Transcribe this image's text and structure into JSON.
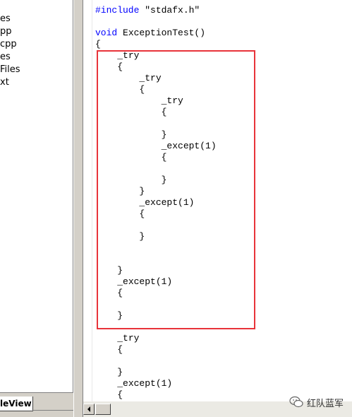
{
  "file_tree": {
    "items": [
      "es",
      "pp",
      "cpp",
      "es",
      "Files",
      "xt"
    ]
  },
  "tabs": {
    "active": "leView"
  },
  "editor": {
    "lines": [
      {
        "indent": "",
        "keyword": "#include",
        "text": " \"stdafx.h\""
      },
      {
        "indent": "",
        "keyword": "",
        "text": ""
      },
      {
        "indent": "",
        "keyword": "void",
        "text": " ExceptionTest()"
      },
      {
        "indent": "",
        "keyword": "",
        "text": "{"
      },
      {
        "indent": "    ",
        "keyword": "",
        "text": "_try"
      },
      {
        "indent": "    ",
        "keyword": "",
        "text": "{"
      },
      {
        "indent": "        ",
        "keyword": "",
        "text": "_try"
      },
      {
        "indent": "        ",
        "keyword": "",
        "text": "{"
      },
      {
        "indent": "            ",
        "keyword": "",
        "text": "_try"
      },
      {
        "indent": "            ",
        "keyword": "",
        "text": "{"
      },
      {
        "indent": "",
        "keyword": "",
        "text": ""
      },
      {
        "indent": "            ",
        "keyword": "",
        "text": "}"
      },
      {
        "indent": "            ",
        "keyword": "",
        "text": "_except(1)"
      },
      {
        "indent": "            ",
        "keyword": "",
        "text": "{"
      },
      {
        "indent": "",
        "keyword": "",
        "text": ""
      },
      {
        "indent": "            ",
        "keyword": "",
        "text": "}"
      },
      {
        "indent": "        ",
        "keyword": "",
        "text": "}"
      },
      {
        "indent": "        ",
        "keyword": "",
        "text": "_except(1)"
      },
      {
        "indent": "        ",
        "keyword": "",
        "text": "{"
      },
      {
        "indent": "",
        "keyword": "",
        "text": ""
      },
      {
        "indent": "        ",
        "keyword": "",
        "text": "}"
      },
      {
        "indent": "",
        "keyword": "",
        "text": ""
      },
      {
        "indent": "",
        "keyword": "",
        "text": ""
      },
      {
        "indent": "    ",
        "keyword": "",
        "text": "}"
      },
      {
        "indent": "    ",
        "keyword": "",
        "text": "_except(1)"
      },
      {
        "indent": "    ",
        "keyword": "",
        "text": "{"
      },
      {
        "indent": "",
        "keyword": "",
        "text": ""
      },
      {
        "indent": "    ",
        "keyword": "",
        "text": "}"
      },
      {
        "indent": "",
        "keyword": "",
        "text": ""
      },
      {
        "indent": "    ",
        "keyword": "",
        "text": "_try"
      },
      {
        "indent": "    ",
        "keyword": "",
        "text": "{"
      },
      {
        "indent": "",
        "keyword": "",
        "text": ""
      },
      {
        "indent": "    ",
        "keyword": "",
        "text": "}"
      },
      {
        "indent": "    ",
        "keyword": "",
        "text": "_except(1)"
      },
      {
        "indent": "    ",
        "keyword": "",
        "text": "{"
      }
    ],
    "keyword_color": "#0000ff",
    "highlight_color": "#e8333a"
  },
  "watermark": {
    "text": "红队蓝军",
    "icon": "wechat-icon"
  }
}
